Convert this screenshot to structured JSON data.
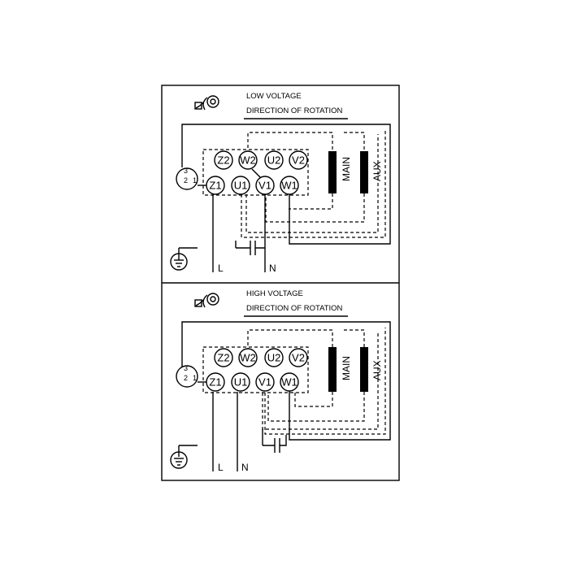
{
  "panels": [
    {
      "title": "LOW VOLTAGE",
      "subtitle": "DIRECTION OF ROTATION",
      "terminals_top": [
        "Z2",
        "W2",
        "U2",
        "V2"
      ],
      "terminals_bottom": [
        "Z1",
        "U1",
        "V1",
        "W1"
      ],
      "coils": [
        "MAIN",
        "AUX"
      ],
      "lines": [
        "L",
        "N"
      ],
      "protector_labels": [
        "3",
        "2",
        "1"
      ]
    },
    {
      "title": "HIGH VOLTAGE",
      "subtitle": "DIRECTION OF ROTATION",
      "terminals_top": [
        "Z2",
        "W2",
        "U2",
        "V2"
      ],
      "terminals_bottom": [
        "Z1",
        "U1",
        "V1",
        "W1"
      ],
      "coils": [
        "MAIN",
        "AUX"
      ],
      "lines": [
        "L",
        "N"
      ],
      "protector_labels": [
        "3",
        "2",
        "1"
      ]
    }
  ]
}
